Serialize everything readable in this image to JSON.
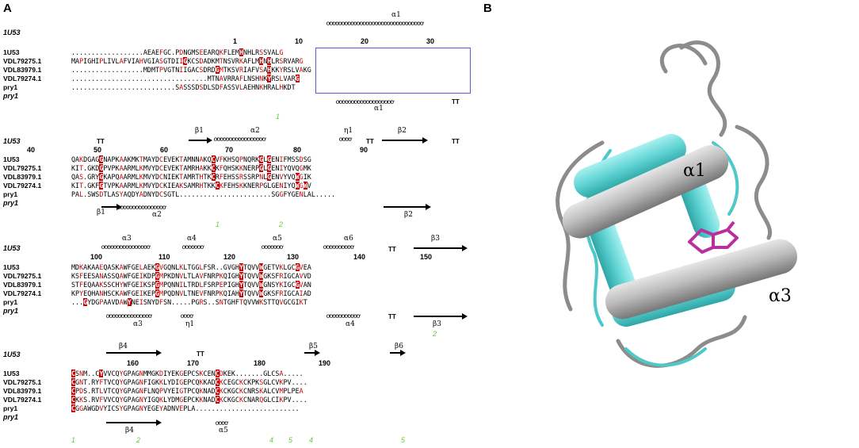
{
  "panel_a": {
    "label": "A",
    "blocks": [
      {
        "header": "1U53",
        "top_ss": {
          "labels": [
            {
              "text": "α1"
            }
          ],
          "numbers": [
            "1",
            "10",
            "20",
            "30"
          ]
        },
        "rows": [
          {
            "name": "1U53",
            "seq": "..................AEAEFGC.PDNGMSEEARQKFLEMHNHLRSSVALG"
          },
          {
            "name": "VDL79275.1",
            "seq": "MAPIGHIPLIVLAFVIAHVGIASGTDIIGKCSDADKMTNSVRKAFLMHNHLRSRVARG"
          },
          {
            "name": "VDL83979.1",
            "seq": "..................MDMTPVGTNIIGACSDRDGMTKSVRIAFVSAHKKYRSLVAKG"
          },
          {
            "name": "VDL79274.1",
            "seq": "..................................MTNAVRRAFLNSHNKYRSLVARG"
          },
          {
            "name": "pry1",
            "seq": "..........................SASSSDSDLSDFASSVLAEHNKHRALHKDT"
          },
          {
            "name": "pry1",
            "seq": ""
          }
        ],
        "bottom_ss": {
          "labels": [
            {
              "text": "α1"
            },
            {
              "text": "TT"
            }
          ]
        },
        "green": [
          "1"
        ]
      },
      {
        "header": "1U53",
        "top_ss": {
          "labels": [
            {
              "text": "TT"
            },
            {
              "text": "β1"
            },
            {
              "text": "α2"
            },
            {
              "text": "η1"
            },
            {
              "text": "TT"
            },
            {
              "text": "β2"
            },
            {
              "text": "TT"
            }
          ],
          "numbers": [
            "40",
            "50",
            "60",
            "70",
            "80",
            "90"
          ]
        },
        "rows": [
          {
            "name": "1U53",
            "seq": "QAKDGAGGNAPKAAKMKTMAYDCEVEKTAMNNAKQCVFKHSQPNQRKGLGENIFMSSDSG"
          },
          {
            "name": "VDL79275.1",
            "seq": "KIT.GKDGPVPKAARMLKMVYDCEVEKTAMRHAKKCKFQHSKKNERPGLGENIYQVQGMK"
          },
          {
            "name": "VDL83979.1",
            "seq": "QAS.GRYGKAPQAARMLKMVYDCNIEKTAMRTHTKCRFEHSSRSSRPNLGENVYVQWGIK"
          },
          {
            "name": "VDL79274.1",
            "seq": "KIT.GKFGTVPKAARMLKMVYDCKIEAKSAMRHTKKCKFEHSKKNERPGLGENIYQWGWV"
          },
          {
            "name": "pry1",
            "seq": "PAL.SWSDTLASYAQDYADNYDCSGTL.......................SGGFYGENLAL....."
          },
          {
            "name": "pry1",
            "seq": ""
          }
        ],
        "bottom_ss": {
          "labels": [
            {
              "text": "β1"
            },
            {
              "text": "α2"
            },
            {
              "text": "β2"
            }
          ]
        },
        "green": [
          "1",
          "2"
        ]
      },
      {
        "header": "1U53",
        "top_ss": {
          "labels": [
            {
              "text": "α3"
            },
            {
              "text": "α4"
            },
            {
              "text": "α5"
            },
            {
              "text": "α6"
            },
            {
              "text": "TT"
            },
            {
              "text": "β3"
            }
          ],
          "numbers": [
            "100",
            "110",
            "120",
            "130",
            "140",
            "150"
          ]
        },
        "rows": [
          {
            "name": "1U53",
            "seq": "MDKAKAAEQASKAWFGELAEKGVGQNLKLTGGLFSR..GVGHYTQVVWGETVKLGCGVEA"
          },
          {
            "name": "VDL79275.1",
            "seq": "KSFEESANASSQAWFGEIKDPGMPKDNVLTLAVFNRPKQIGHYTQVVWGKSFRIGCAVVD"
          },
          {
            "name": "VDL83979.1",
            "seq": "STFEQAAKSSCHYWFGEIKSPGMPQNNILTRDLFSRPEPIGHYTQVVWGNSYKIGCGVAN"
          },
          {
            "name": "VDL79274.1",
            "seq": "KPYEQHANHSCKAWFGEIKEPGMPQDNVLTNEVFNRPKQIAHYTQVVWGKSFRIGCAIAD"
          },
          {
            "name": "pry1",
            "seq": "...GYDGPAAVDAWYNEISNYDFSN.....PGRS..SNTGHFTQVVWKSTTQVGCGIKT"
          },
          {
            "name": "pry1",
            "seq": ""
          }
        ],
        "bottom_ss": {
          "labels": [
            {
              "text": "α3"
            },
            {
              "text": "η1"
            },
            {
              "text": "α4"
            },
            {
              "text": "TT"
            },
            {
              "text": "β3"
            }
          ]
        },
        "green": [
          "2"
        ]
      },
      {
        "header": "1U53",
        "top_ss": {
          "labels": [
            {
              "text": "β4"
            },
            {
              "text": "TT"
            },
            {
              "text": "β5"
            },
            {
              "text": "β6"
            }
          ],
          "numbers": [
            "160",
            "170",
            "180",
            "190"
          ]
        },
        "rows": [
          {
            "name": "1U53",
            "seq": "CSNM..CYVVCQYGPAGNMMGKDIYEKGEPCSKCENCDKEK.......GLCSA....."
          },
          {
            "name": "VDL79275.1",
            "seq": "CGNT.RYFTVCQYGPAGNFIGKKLYDIGEPCQKKADCKCEGCKCKPKSGLCVKPV...."
          },
          {
            "name": "VDL83979.1",
            "seq": "CPDS.RTLVTCQYGPAGNFLNQPVYEIGTPCQKNADCKCKGCKCNRSKALCVMPLPEA"
          },
          {
            "name": "VDL79274.1",
            "seq": "CKKS.RVFVVCQYGPAGNYIGQKLYDMGEPCKKNADCKCKGCKCNARQGLCIKPV...."
          },
          {
            "name": "pry1",
            "seq": "CGGAWGDVYICSYGPAGNYEGEYADNVEPLA.........................."
          },
          {
            "name": "pry1",
            "seq": ""
          }
        ],
        "bottom_ss": {
          "labels": [
            {
              "text": "β4"
            },
            {
              "text": "α5"
            }
          ]
        },
        "green": [
          "1",
          "2",
          "4",
          "5",
          "4",
          "5"
        ]
      }
    ]
  },
  "panel_b": {
    "label": "B",
    "helix_labels": [
      "α1",
      "α3"
    ],
    "colors": {
      "cyan": "#5fd3d3",
      "gray": "#9a9a9a",
      "ligand": "#b8309e"
    }
  }
}
